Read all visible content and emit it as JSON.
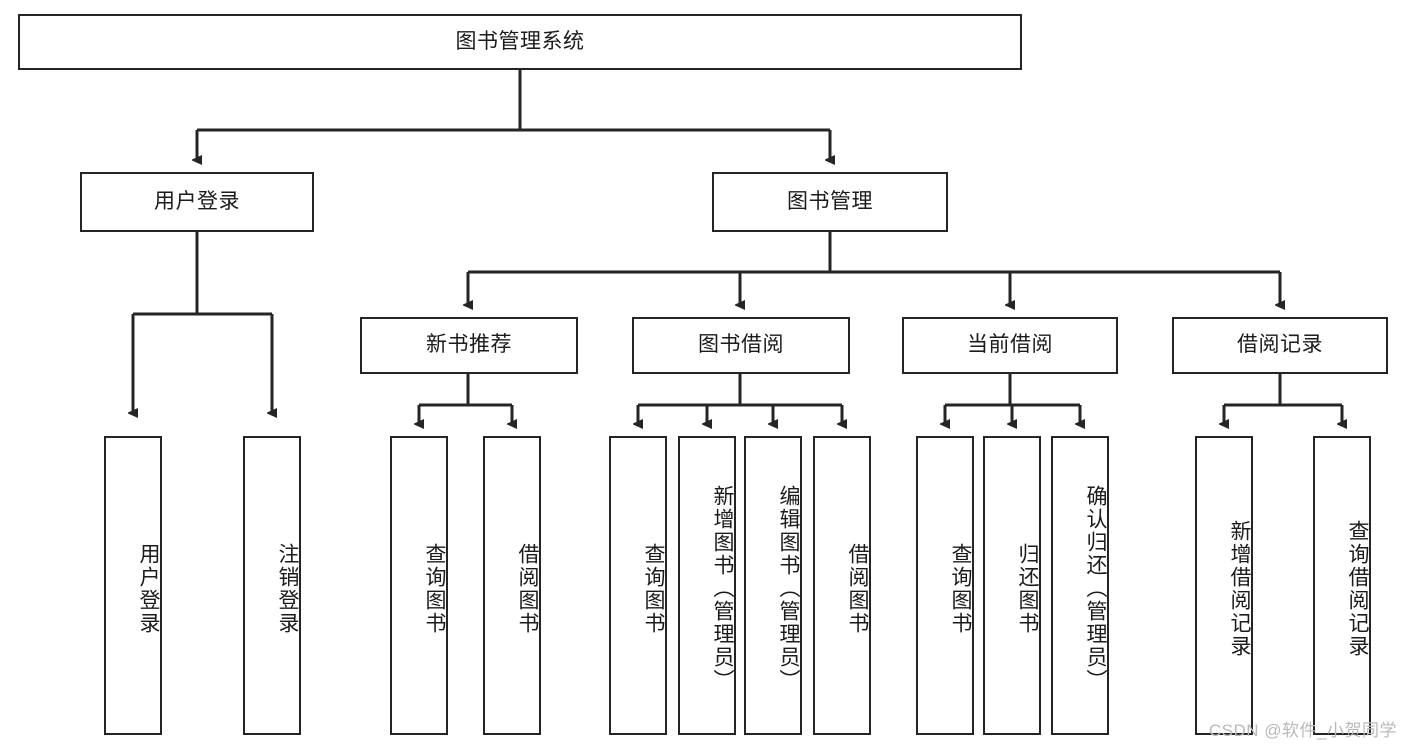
{
  "diagram": {
    "title": "图书管理系统",
    "watermark": "CSDN @软件_小贺同学",
    "colors": {
      "stroke": "#252525",
      "fill": "#ffffff",
      "text": "#1b1b1b",
      "watermark": "#b9b9b9"
    },
    "root": {
      "label": "图书管理系统"
    },
    "level2": [
      {
        "label": "用户登录"
      },
      {
        "label": "图书管理"
      }
    ],
    "level3": [
      {
        "label": "新书推荐"
      },
      {
        "label": "图书借阅"
      },
      {
        "label": "当前借阅"
      },
      {
        "label": "借阅记录"
      }
    ],
    "leaves": {
      "user_login": [
        {
          "label": "用户登录"
        },
        {
          "label": "注销登录"
        }
      ],
      "new_book_recommend": [
        {
          "label": "查询图书"
        },
        {
          "label": "借阅图书"
        }
      ],
      "book_borrow": [
        {
          "label": "查询图书"
        },
        {
          "label": "新增图书（管理员）"
        },
        {
          "label": "编辑图书（管理员）"
        },
        {
          "label": "借阅图书"
        }
      ],
      "current_borrow": [
        {
          "label": "查询图书"
        },
        {
          "label": "归还图书"
        },
        {
          "label": "确认归还（管理员）"
        }
      ],
      "borrow_record": [
        {
          "label": "新增借阅记录"
        },
        {
          "label": "查询借阅记录"
        }
      ]
    }
  }
}
